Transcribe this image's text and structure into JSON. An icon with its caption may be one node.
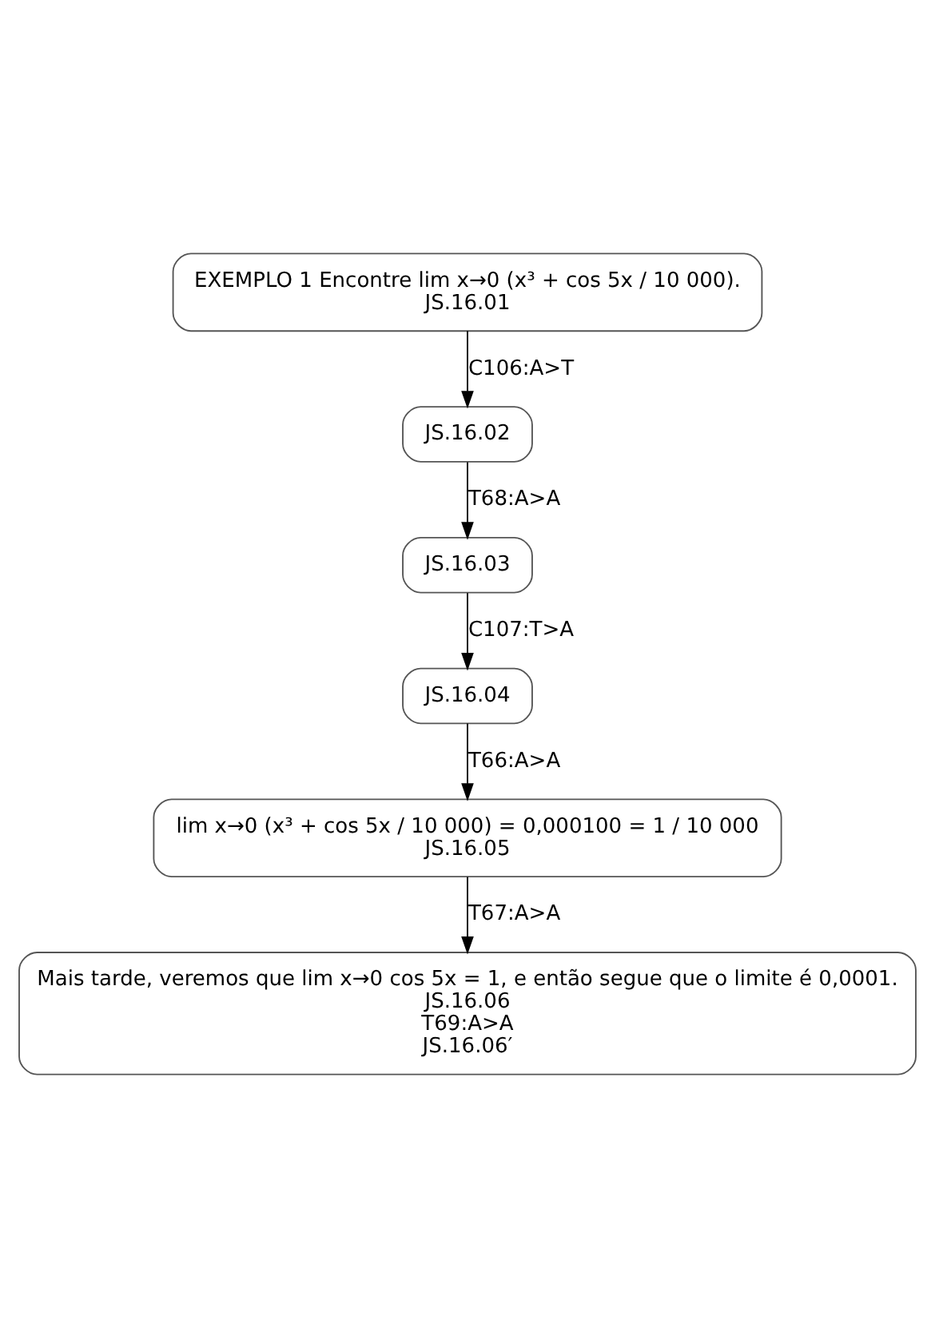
{
  "diagram": {
    "nodes": [
      {
        "text": [
          "EXEMPLO 1 Encontre lim x→0 (x³ + cos 5x / 10 000).",
          "JS.16.01"
        ]
      },
      {
        "text": [
          "JS.16.02"
        ]
      },
      {
        "text": [
          "JS.16.03"
        ]
      },
      {
        "text": [
          "JS.16.04"
        ]
      },
      {
        "text": [
          "lim x→0 (x³ + cos 5x / 10 000) = 0,000100 = 1 / 10 000",
          "JS.16.05"
        ]
      },
      {
        "text": [
          "Mais tarde, veremos que lim x→0 cos 5x = 1, e então segue que o limite é 0,0001.",
          "JS.16.06",
          "T69:A>A",
          "JS.16.06′"
        ]
      }
    ],
    "edges": [
      {
        "from": 0,
        "to": 1,
        "arrow": "to",
        "label": "C106:A>T"
      },
      {
        "from": 1,
        "to": 2,
        "arrow": "to",
        "label": "T68:A>A"
      },
      {
        "from": 2,
        "to": 3,
        "arrow": "to",
        "label": "C107:T>A"
      },
      {
        "from": 3,
        "to": 4,
        "arrow": "to",
        "label": "T66:A>A"
      },
      {
        "from": 4,
        "to": 5,
        "arrow": "to",
        "label": "T67:A>A"
      }
    ]
  }
}
